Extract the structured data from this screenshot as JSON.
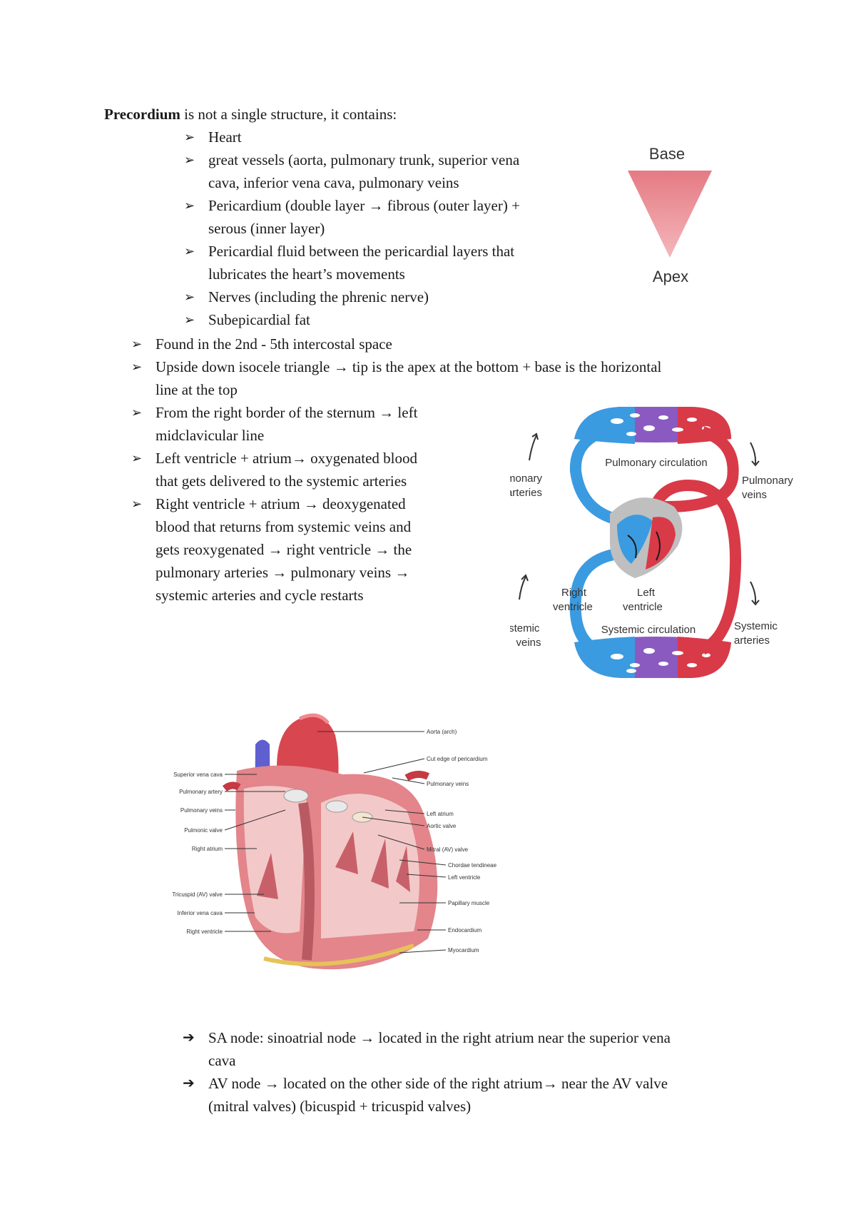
{
  "intro": {
    "bold": "Precordium",
    "rest": " is not a single structure, it contains:"
  },
  "arrowhead": "➢",
  "arrow": "➔",
  "sub_lines": [
    "Heart",
    "great vessels (aorta, pulmonary trunk, superior vena",
    "cava, inferior vena cava, pulmonary veins",
    "Pericardium (double layer → fibrous (outer layer) +",
    "serous (inner layer)",
    "Pericardial fluid between the pericardial layers that",
    "lubricates the heart’s movements",
    "Nerves (including the phrenic nerve)",
    "Subepicardial fat"
  ],
  "main_lines": [
    "Found in the 2nd - 5th intercostal space",
    "Upside down isocele triangle → tip is the apex at the bottom + base is the horizontal",
    "line at the top",
    "From the right border of the sternum → left",
    "midclavicular line",
    "Left ventricle + atrium→ oxygenated blood",
    "that gets delivered to the systemic arteries",
    "Right ventricle + atrium → deoxygenated",
    "blood that returns from systemic veins and",
    "gets reoxygenated → right ventricle → the",
    "pulmonary arteries → pulmonary veins →",
    "systemic arteries and cycle restarts"
  ],
  "node_lines": [
    "SA node: sinoatrial node → located in the right atrium near the superior vena",
    "cava",
    "AV node → located on the other side of the right atrium→ near the AV valve",
    "(mitral valves)  (bicuspid + tricuspid valves)"
  ],
  "triangle": {
    "top": "Base",
    "bottom": "Apex"
  },
  "circulation": {
    "pulmonary_circulation": "Pulmonary circulation",
    "systemic_circulation": "Systemic circulation",
    "pulmonary_arteries_1": "Pulmonary",
    "pulmonary_arteries_2": "arteries",
    "pulmonary_veins_1": "Pulmonary",
    "pulmonary_veins_2": "veins",
    "right_ventricle_1": "Right",
    "right_ventricle_2": "ventricle",
    "left_ventricle_1": "Left",
    "left_ventricle_2": "ventricle",
    "systemic_veins_1": "Systemic",
    "systemic_veins_2": "veins",
    "systemic_arteries_1": "Systemic",
    "systemic_arteries_2": "arteries"
  },
  "heart_labels_right": [
    "Aorta (arch)",
    "Cut edge of pericardium",
    "Pulmonary veins",
    "Left atrium",
    "Aortic valve",
    "Mitral (AV) valve",
    "Chordae tendineae",
    "Left ventricle",
    "Papillary muscle",
    "Endocardium",
    "Myocardium"
  ],
  "heart_labels_left": [
    "Superior vena cava",
    "Pulmonary artery",
    "Pulmonary veins",
    "Pulmonic valve",
    "Right atrium",
    "Tricuspid (AV) valve",
    "Inferior vena cava",
    "Right ventricle"
  ],
  "colors": {
    "oxygenated": "#d93a48",
    "deoxygenated": "#3b9be0",
    "triangle": "#e8838b"
  }
}
